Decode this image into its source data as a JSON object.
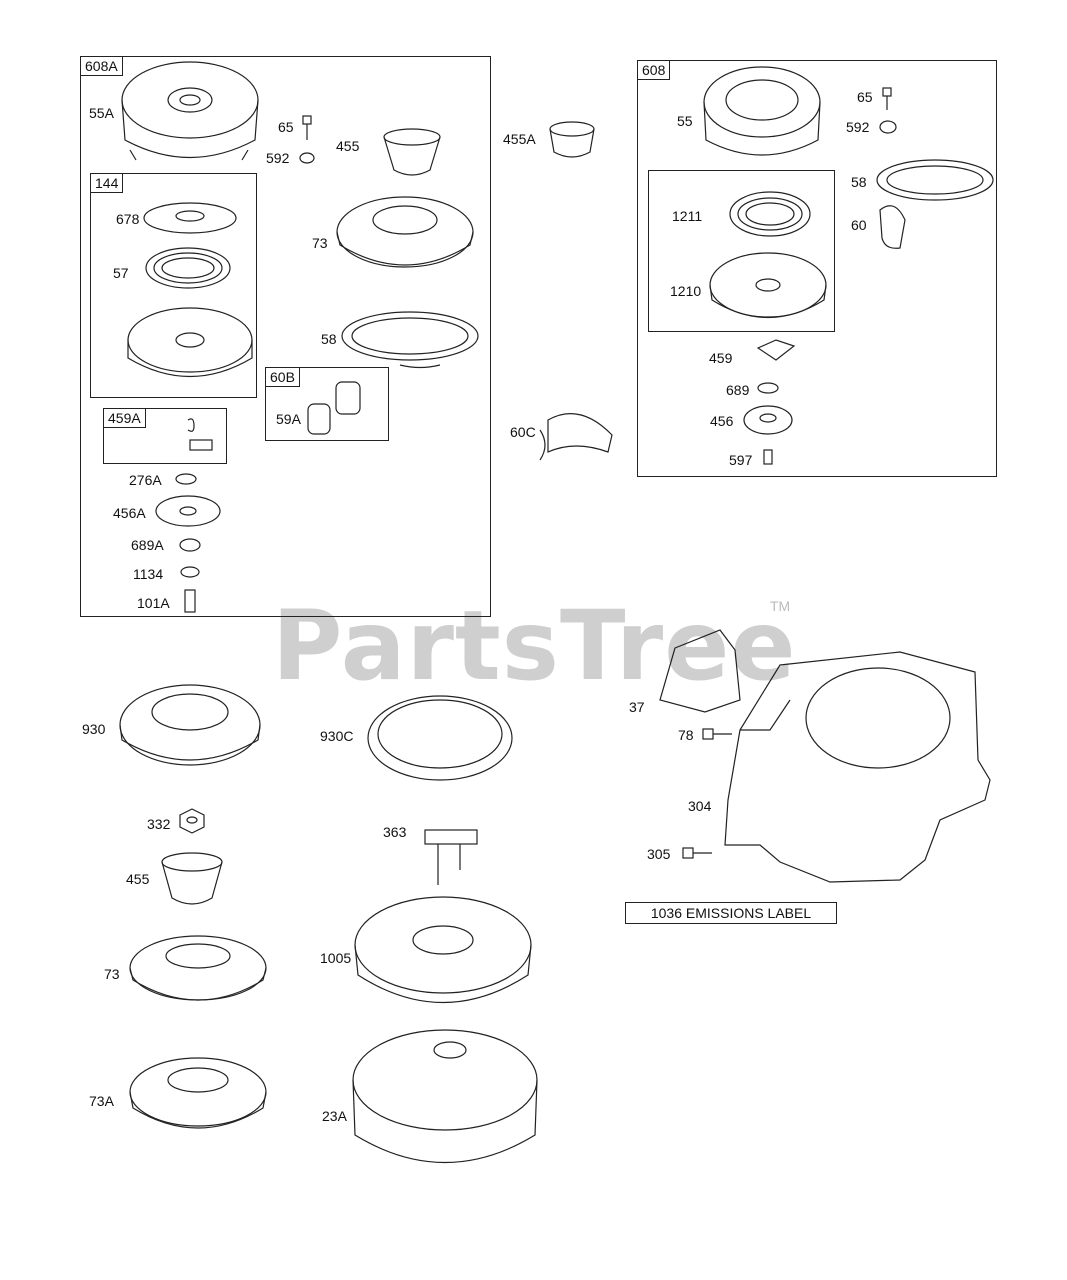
{
  "watermark": {
    "text": "PartsTree",
    "tm": "TM"
  },
  "emissions_label": "1036 EMISSIONS LABEL",
  "groups": {
    "g608a": "608A",
    "g144": "144",
    "g459a": "459A",
    "g60b": "60B",
    "g608": "608"
  },
  "labels": {
    "l55a": "55A",
    "l65a": "65",
    "l592a": "592",
    "l455a_in": "455",
    "l455a": "455A",
    "l678": "678",
    "l57": "57",
    "l73a_top": "73",
    "l58a": "58",
    "l59a": "59A",
    "l276a": "276A",
    "l456a": "456A",
    "l689a": "689A",
    "l1134": "1134",
    "l101a": "101A",
    "l60c": "60C",
    "l55": "55",
    "l65b": "65",
    "l592b": "592",
    "l1211": "1211",
    "l1210": "1210",
    "l58b": "58",
    "l60": "60",
    "l459": "459",
    "l689": "689",
    "l456": "456",
    "l597": "597",
    "l930": "930",
    "l930c": "930C",
    "l332": "332",
    "l363": "363",
    "l455b": "455",
    "l1005": "1005",
    "l73": "73",
    "l73a": "73A",
    "l23a": "23A",
    "l37": "37",
    "l78": "78",
    "l304": "304",
    "l305": "305"
  }
}
